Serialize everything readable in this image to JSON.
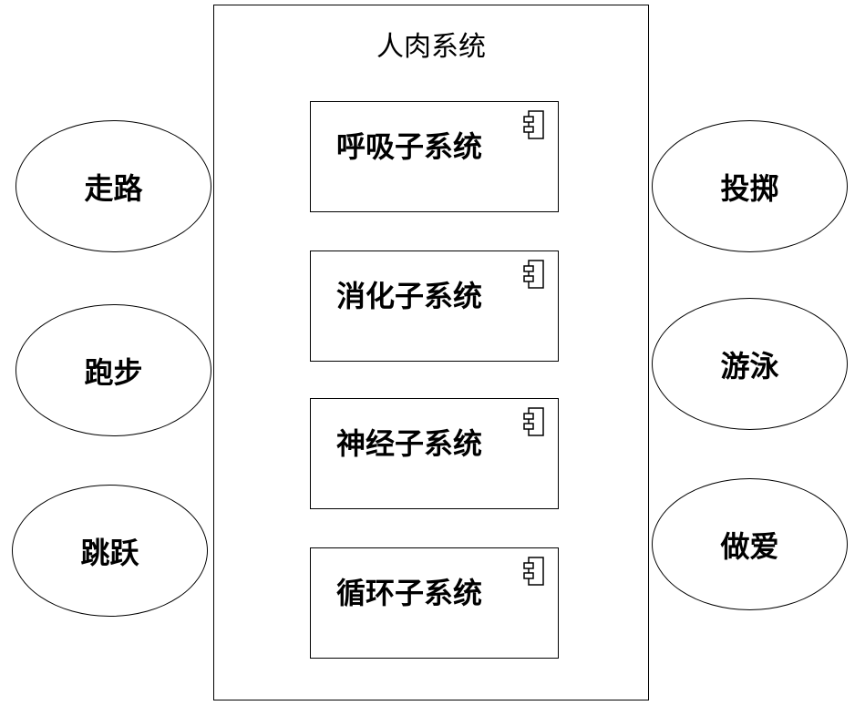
{
  "system": {
    "title": "人肉系统"
  },
  "components": [
    {
      "label": "呼吸子系统"
    },
    {
      "label": "消化子系统"
    },
    {
      "label": "神经子系统"
    },
    {
      "label": "循环子系统"
    }
  ],
  "left_usecases": [
    {
      "label": "走路"
    },
    {
      "label": "跑步"
    },
    {
      "label": "跳跃"
    }
  ],
  "right_usecases": [
    {
      "label": "投掷"
    },
    {
      "label": "游泳"
    },
    {
      "label": "做爱"
    }
  ]
}
